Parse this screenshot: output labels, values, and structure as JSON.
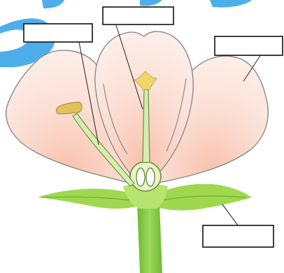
{
  "diagram": {
    "labels": [
      {
        "id": "anther",
        "text": ""
      },
      {
        "id": "stigma",
        "text": ""
      },
      {
        "id": "petal",
        "text": ""
      },
      {
        "id": "sepal",
        "text": ""
      }
    ]
  },
  "colors": {
    "petal_fill": "#fae4db",
    "petal_inner": "#f9c9b6",
    "petal_stroke": "#8a8a8a",
    "stem": "#8ccf45",
    "stem_dark": "#5f9e2b",
    "sepal": "#a6dc57",
    "stamen": "#d6ecb0",
    "anther": "#e0c15a",
    "stigma": "#f0d66a",
    "ovary": "#e6f3c8",
    "watermark": "#3aa6e8",
    "leader_line": "#333333",
    "label_box_border": "#111111"
  }
}
